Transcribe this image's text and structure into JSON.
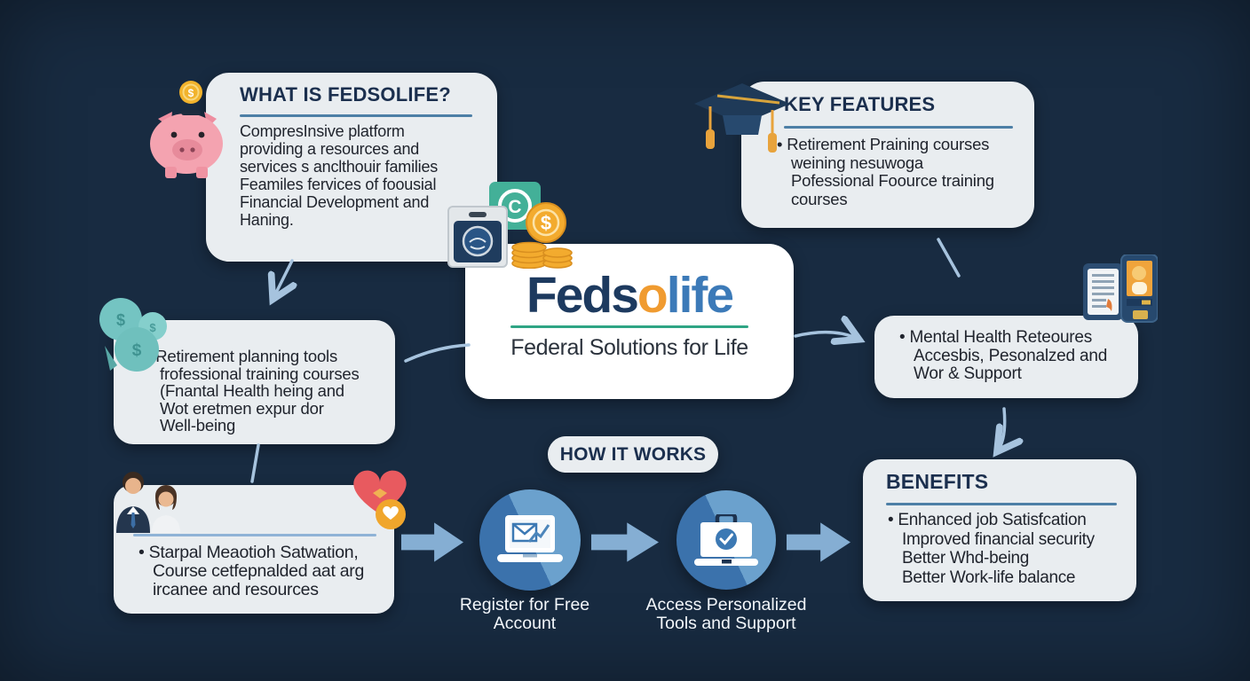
{
  "colors": {
    "background": "#182b41",
    "panel": "#e9edf0",
    "title_navy": "#1b2f4e",
    "underline_blue": "#4d7fa6",
    "brand_navy": "#1d3a5f",
    "brand_orange": "#f09b30",
    "brand_blue": "#3c7ab8",
    "brand_teal": "#2fa584",
    "block_arrow": "#85aed3",
    "connector": "#a6c3de",
    "circle_dark": "#3b72ac",
    "circle_light": "#6ba1cd"
  },
  "what_box": {
    "title": "WHAT IS FEDSOLIFE?",
    "lines": [
      "CompresInsive platform",
      "providing a resources and",
      "services s anclthouir families",
      "Feamiles fervices of foousial",
      "Financial Development and",
      "Haning."
    ]
  },
  "key_features_box": {
    "title": "KEY FEATURES",
    "lines": [
      "• Retirement Praining courses",
      "weining nesuwoga",
      "Pofessional Foource training",
      "courses"
    ]
  },
  "logo_box": {
    "brand_feds": "Feds",
    "brand_o": "o",
    "brand_life": "life",
    "tagline": "Federal Solutions for Life"
  },
  "services_box": {
    "lines": [
      "• Retirement planning tools",
      "frofessional training courses",
      "(Fnantal Health heing and",
      "Wot eretmen expur dor",
      "Well-being"
    ]
  },
  "mental_health_box": {
    "lines": [
      "• Mental Health Reteoures",
      "Accesbis, Pesonalzed and",
      "Wor & Support"
    ]
  },
  "support_box": {
    "lines": [
      "• Starpal Meaotioh Satwation,",
      "Course cetfepnalded aat arg",
      "ircanee and resources"
    ]
  },
  "how_it_works_label": "HOW IT WORKS",
  "steps": [
    {
      "label": "Register for Free\nAccount"
    },
    {
      "label": "Access Personalized\nTools and Support"
    }
  ],
  "benefits_box": {
    "title": "BENEFITS",
    "lines": [
      "• Enhanced job Satisfcation",
      "Improved financial security",
      "Better Whd-being",
      "Better Work-life balance"
    ]
  },
  "icons": {
    "piggy_bank": "pink piggy bank with gold dollar coin",
    "graduation_cap": "navy graduation cap with gold tassels",
    "money_bags": "teal money bags with dollar signs",
    "coins_ticket_card": "gold coin stacks, teal coupon, id card emblem",
    "clipboard_phone": "clipboard document and phone with id photo",
    "family": "man in suit and woman figures",
    "heart_ring": "red heart with gold ring",
    "laptop_mail": "laptop with envelope and rising chart",
    "laptop_check": "laptop briefcase with checkmark"
  }
}
